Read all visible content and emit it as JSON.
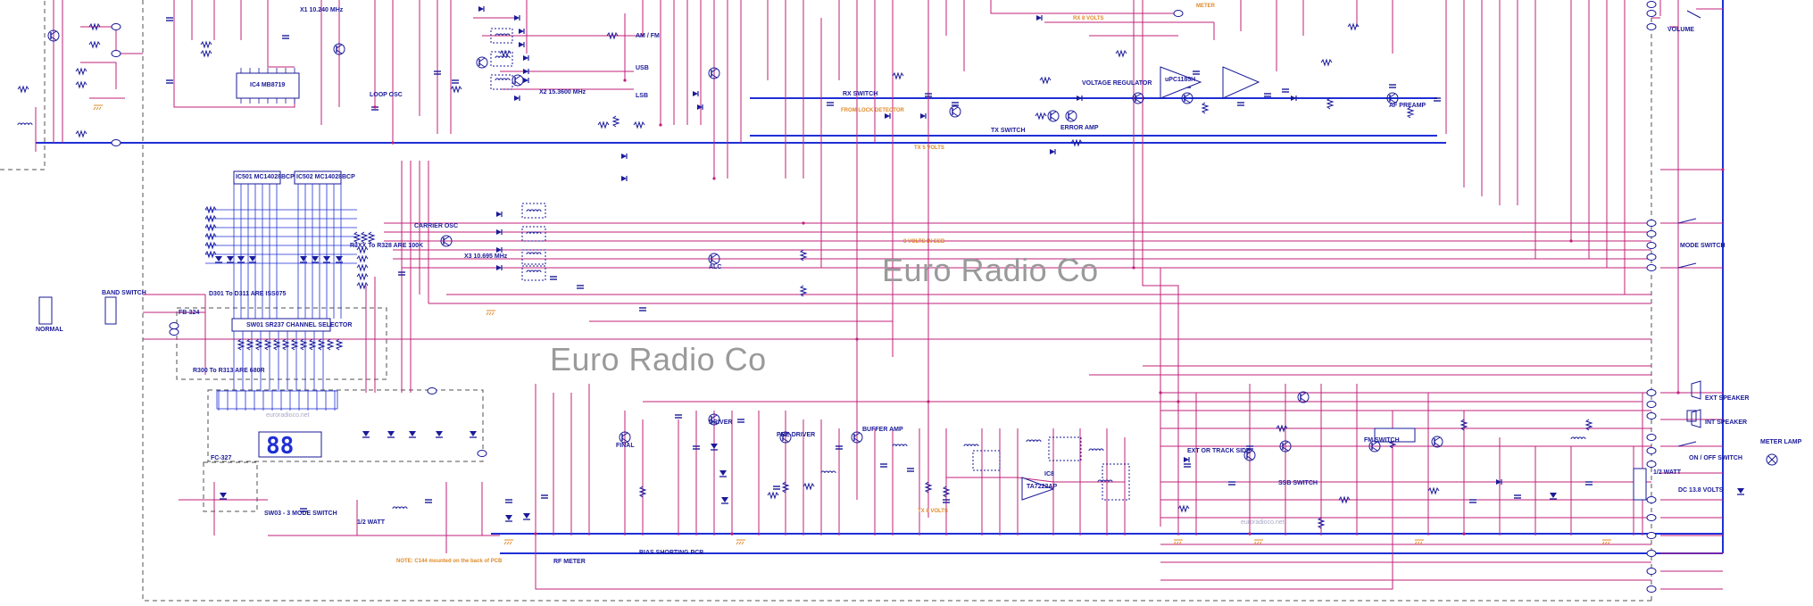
{
  "watermarks": {
    "main": "Euro Radio Co",
    "secondary": "Euro Radio Co",
    "footer_url": "euroradioco.net",
    "footer_url_2": "euroradioco.net"
  },
  "block_labels": {
    "channel_selector": "SW01 SR237 CHANNEL SELECTOR",
    "ic_mb8719": "IC4 MB8719",
    "ic_upc1185h": "uPC1185H",
    "ic_mc14028b_a": "IC501 MC14028BCP",
    "ic_mc14028b_b": "IC502 MC14028BCP",
    "ic_ta7222": "TA7222AP",
    "pcb_fb": "FB-324",
    "pcb_sc": "FC-327",
    "band_switch": "BAND SWITCH",
    "mode_switch": "MODE SWITCH",
    "mode_switch_b": "SW03 - 3 MODE SWITCH",
    "ext_speaker": "EXT SPEAKER",
    "int_speaker": "INT SPEAKER",
    "onoff_switch": "ON / OFF SWITCH",
    "volume": "VOLUME",
    "meter_lamp": "METER LAMP",
    "dc_input": "DC 13.8 VOLTS",
    "driver": "DRIVER",
    "final": "FINAL",
    "pre_driver": "PRE-DRIVER",
    "buffer_amp": "BUFFER AMP",
    "tx_switch": "TX SWITCH",
    "ssb_switch": "SSB SWITCH",
    "fm_switch": "FM SWITCH",
    "af_preamp": "AF PREAMP",
    "loop_osc": "LOOP OSC",
    "carrier_osc": "CARRIER OSC",
    "alc": "ALC",
    "rf_meter": "RF METER",
    "bias_pcb": "BIAS SHORTING PCB",
    "voltage_reg": "VOLTAGE REGULATOR",
    "error_amp": "ERROR AMP",
    "rx_switch": "RX SWITCH",
    "normal": "NORMAL",
    "am_fm": "AM / FM",
    "usb": "USB",
    "lsb": "LSB",
    "crystal_x1": "X1 10.240 MHz",
    "crystal_x3": "X3 10.695 MHz",
    "crystal_x2": "X2 15.3600 MHz",
    "frequency_display": "88",
    "trimmer_note": "R3XX To R328 ARE 100K",
    "diode_note": "D301 To D311 ARE ISS075",
    "resistor_note": "R300 To R313 ARE 680R",
    "ext_track": "EXT OR TRACK SIDE",
    "watt_note": "1/2 WATT",
    "ic_num": "IC8",
    "speaker_w": "1/2 WATT"
  },
  "net_labels": {
    "lock_detector": "FROM LOCK DETECTOR",
    "tx_5v": "TX 5 VOLTS",
    "rx_8v": "8 VOLTS IN SSB",
    "rx_8v_b": "RX 8 VOLTS",
    "tx_8v": "TX 8 VOLTS",
    "meter_line": "METER"
  },
  "notes": {
    "pcb_note": "NOTE: C144 mounted on the back of PCB"
  },
  "colors": {
    "wire": "#c0207a",
    "ground_bus": "#1f2fd6",
    "component": "#1a1a9a",
    "net_label": "#e08a2a",
    "boundary": "#505050",
    "watermark": "#9a9a9a"
  }
}
